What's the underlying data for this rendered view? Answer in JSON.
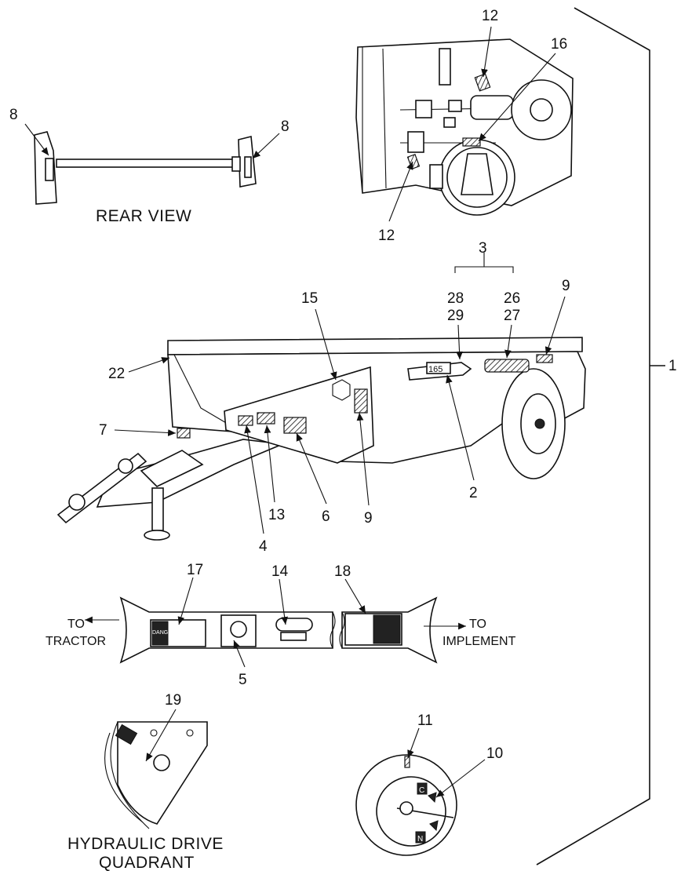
{
  "callouts": {
    "n1": "1",
    "n2": "2",
    "n3": "3",
    "n4": "4",
    "n5": "5",
    "n6": "6",
    "n7": "7",
    "n8": "8",
    "n9": "9",
    "n10": "10",
    "n11": "11",
    "n12": "12",
    "n13": "13",
    "n14": "14",
    "n15": "15",
    "n16": "16",
    "n17": "17",
    "n18": "18",
    "n19": "19",
    "n22": "22",
    "n26": "26",
    "n27": "27",
    "n28": "28",
    "n29": "29"
  },
  "captions": {
    "rear_view": "REAR VIEW",
    "quadrant_line1": "HYDRAULIC DRIVE",
    "quadrant_line2": "QUADRANT"
  },
  "directions": {
    "to_tractor_1": "TO",
    "to_tractor_2": "TRACTOR",
    "to_implement_1": "TO",
    "to_implement_2": "IMPLEMENT"
  },
  "decal_text": {
    "size_label": "165",
    "danger": "DANGER",
    "quadrant_c": "C",
    "quadrant_n": "N"
  }
}
